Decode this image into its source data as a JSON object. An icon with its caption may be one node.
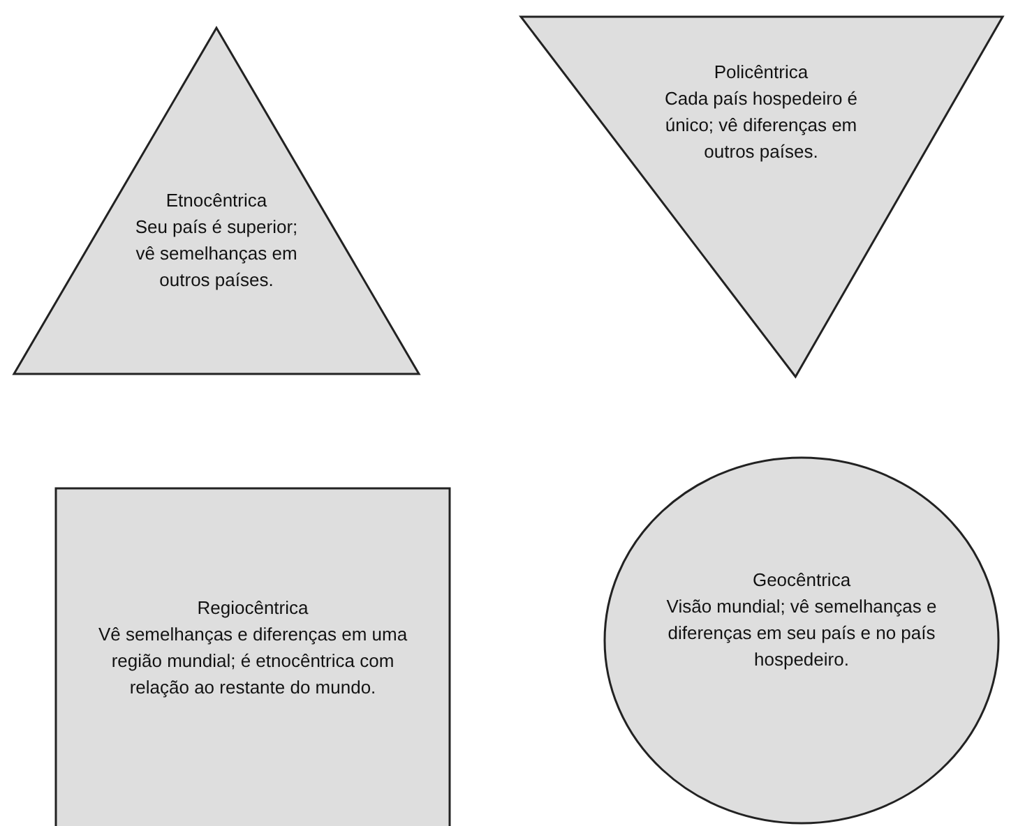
{
  "diagram": {
    "nodes": [
      {
        "text": [
          "Etnocêntrica",
          "Seu país é superior; vê semelhanças em outros países."
        ]
      },
      {
        "text": [
          "Policêntrica",
          "Cada país hospedeiro é único; vê diferenças em outros países."
        ]
      },
      {
        "text": [
          "Regiocêntrica",
          "Vê semelhanças e diferenças em uma região mundial; é etnocêntrica com relação ao restante do mundo."
        ]
      },
      {
        "text": [
          "Geocêntrica",
          "Visão mundial; vê semelhanças e diferenças em seu país e no país hospedeiro."
        ]
      }
    ]
  }
}
